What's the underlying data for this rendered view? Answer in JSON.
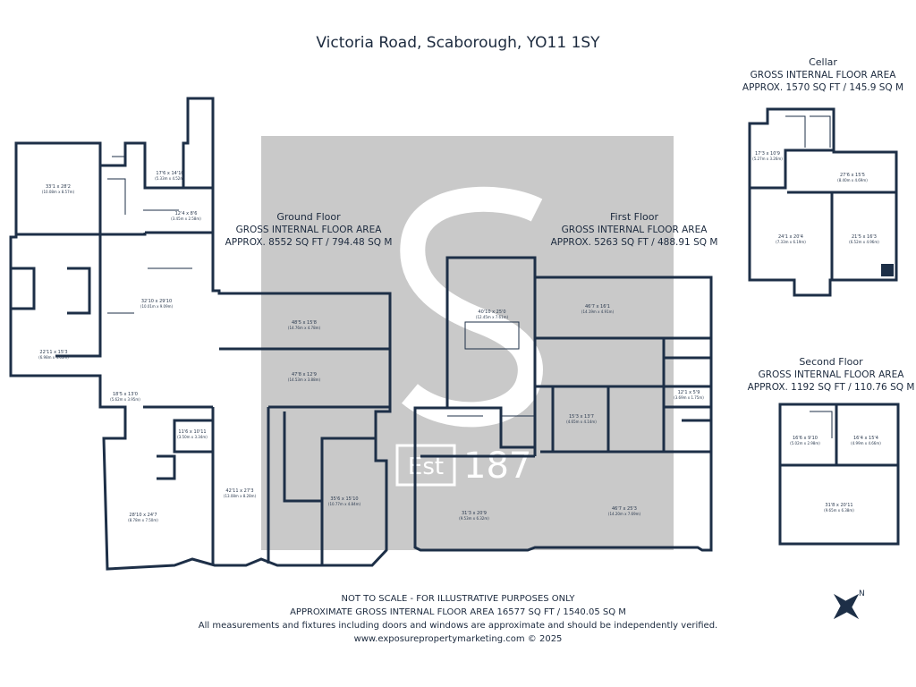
{
  "title": "Victoria Road, Scaborough, YO11 1SY",
  "ground_floor": {
    "name": "Ground Floor",
    "label": "GROSS INTERNAL FLOOR AREA",
    "area": "APPROX. 8552 SQ FT / 794.48 SQ M",
    "rooms": [
      {
        "dims": "33'1 x 28'2",
        "metric": "(10.08m x 8.57m)"
      },
      {
        "dims": "17'6 x 14'10",
        "metric": "(5.33m x 4.52m)"
      },
      {
        "dims": "12'4 x 8'6",
        "metric": "(3.45m x 2.58m)"
      },
      {
        "dims": "32'10 x 29'10",
        "metric": "(10.01m x 9.09m)"
      },
      {
        "dims": "22'11 x 15'3",
        "metric": "(6.98m x 4.65m)"
      },
      {
        "dims": "18'5 x 13'0",
        "metric": "(5.62m x 3.95m)"
      },
      {
        "dims": "11'6 x 10'11",
        "metric": "(3.50m x 3.34m)"
      },
      {
        "dims": "28'10 x 24'7",
        "metric": "(8.78m x 7.50m)"
      },
      {
        "dims": "42'11 x 27'3",
        "metric": "(13.08m x 8.28m)"
      },
      {
        "dims": "48'5 x 15'8",
        "metric": "(14.76m x 4.78m)"
      },
      {
        "dims": "47'8 x 12'9",
        "metric": "(14.53m x 3.88m)"
      },
      {
        "dims": "35'6 x 15'10",
        "metric": "(10.77m x 4.84m)"
      }
    ]
  },
  "first_floor": {
    "name": "First Floor",
    "label": "GROSS INTERNAL FLOOR AREA",
    "area": "APPROX. 5263 SQ FT / 488.91 SQ M",
    "rooms": [
      {
        "dims": "40'10 x 25'0",
        "metric": "(12.45m x 7.61m)"
      },
      {
        "dims": "46'7 x 16'1",
        "metric": "(14.19m x 4.91m)"
      },
      {
        "dims": "15'3 x 13'7",
        "metric": "(4.65m x 4.14m)"
      },
      {
        "dims": "12'1 x 5'9",
        "metric": "(3.69m x 1.75m)"
      },
      {
        "dims": "31'3 x 20'9",
        "metric": "(9.53m x 6.32m)"
      },
      {
        "dims": "46'7 x 25'3",
        "metric": "(14.20m x 7.69m)"
      }
    ]
  },
  "cellar": {
    "name": "Cellar",
    "label": "GROSS INTERNAL FLOOR AREA",
    "area": "APPROX. 1570 SQ FT / 145.9 SQ M",
    "rooms": [
      {
        "dims": "17'3 x 10'9",
        "metric": "(5.27m x 3.26m)"
      },
      {
        "dims": "27'6 x 15'5",
        "metric": "(8.40m x 4.69m)"
      },
      {
        "dims": "24'1 x 20'4",
        "metric": "(7.33m x 6.19m)"
      },
      {
        "dims": "21'5 x 16'3",
        "metric": "(6.52m x 4.96m)"
      }
    ]
  },
  "second_floor": {
    "name": "Second Floor",
    "label": "GROSS INTERNAL FLOOR AREA",
    "area": "APPROX. 1192 SQ FT / 110.76 SQ M",
    "rooms": [
      {
        "dims": "16'6 x 9'10",
        "metric": "(5.02m x 2.98m)"
      },
      {
        "dims": "16'4 x 15'4",
        "metric": "(4.99m x 4.66m)"
      },
      {
        "dims": "31'8 x 20'11",
        "metric": "(9.65m x 6.38m)"
      }
    ]
  },
  "logo": {
    "est_text": "Est",
    "year_text": "187"
  },
  "compass": {
    "letter": "N"
  },
  "footer": {
    "line1": "NOT TO SCALE - FOR ILLUSTRATIVE PURPOSES ONLY",
    "line2": "APPROXIMATE GROSS INTERNAL FLOOR AREA 16577 SQ FT / 1540.05 SQ M",
    "line3": "All measurements and fixtures including doors and windows are approximate and should be independently verified.",
    "line4": "www.exposurepropertymarketing.com © 2025"
  },
  "colors": {
    "wall": "#1d2f47",
    "watermark": "#c9c9c9"
  }
}
